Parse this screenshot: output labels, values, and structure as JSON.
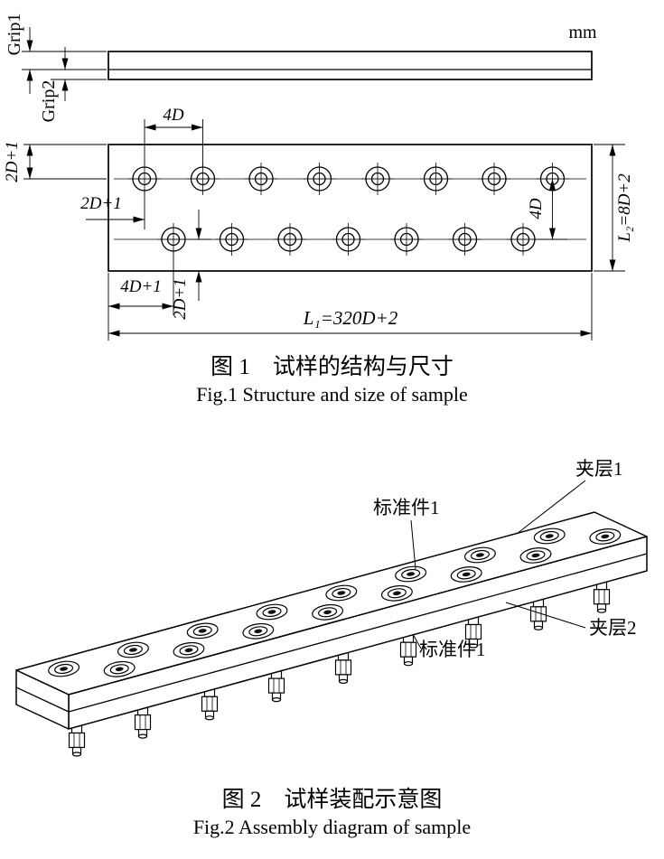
{
  "colors": {
    "ink": "#000000",
    "paper": "#ffffff"
  },
  "fig1": {
    "unit_label": "mm",
    "grip1_label": "Grip1",
    "grip2_label": "Grip2",
    "dim_4d_top": "4D",
    "dim_2d1_left_v": "2D+1",
    "dim_2d1_left_h": "2D+1",
    "dim_4d_right": "4D",
    "dim_l2": "L₂=8D+2",
    "dim_4d1_bottom": "4D+1",
    "dim_2d1_bottom": "2D+1",
    "dim_l1": "L₁=320D+2",
    "caption_cn": "图 1　试样的结构与尺寸",
    "caption_en": "Fig.1 Structure and size of sample"
  },
  "fig2": {
    "label_sandwich1": "夹层1",
    "label_standard_top": "标准件1",
    "label_sandwich2": "夹层2",
    "label_standard_bottom": "标准件1",
    "caption_cn": "图 2　试样装配示意图",
    "caption_en": "Fig.2 Assembly diagram of sample"
  }
}
